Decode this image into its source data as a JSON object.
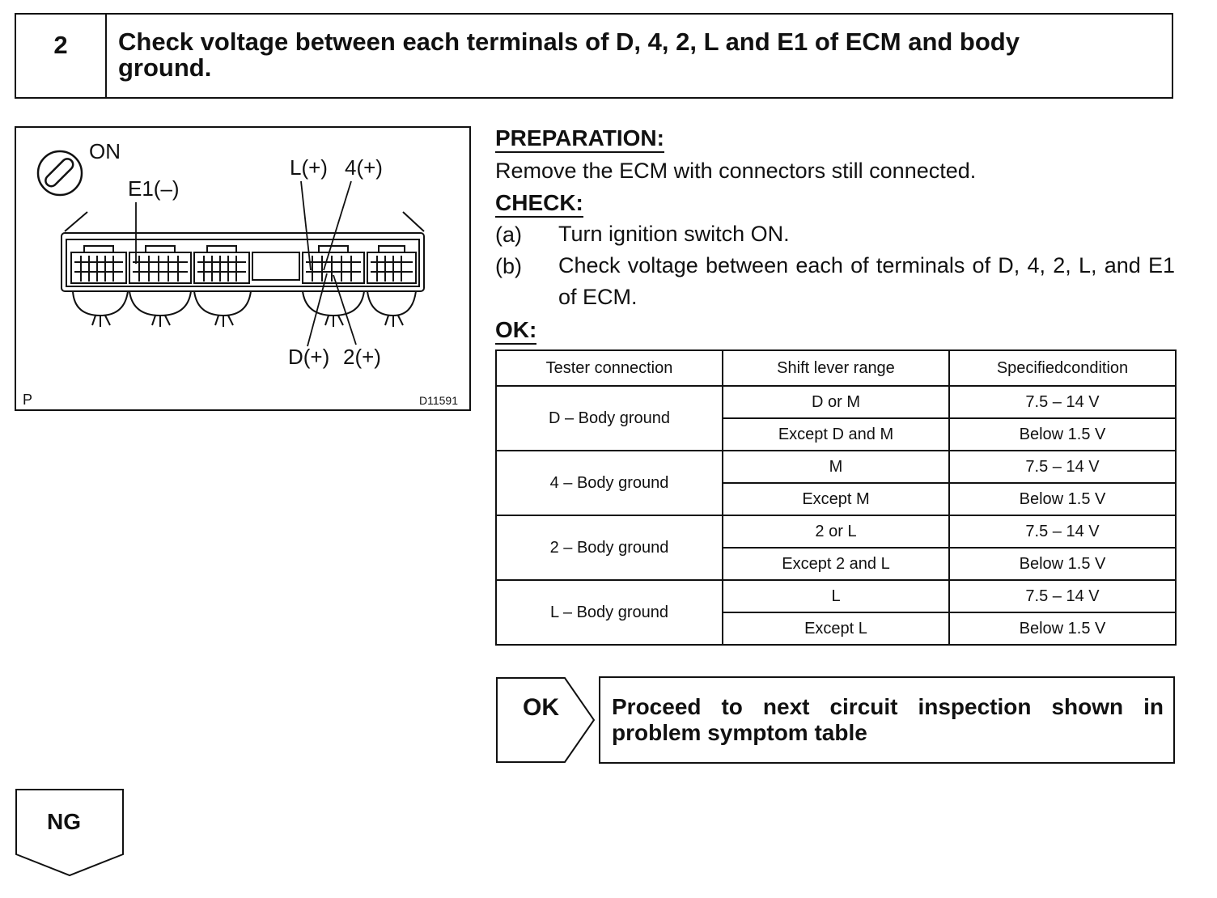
{
  "step": {
    "number": "2",
    "title_line1": "Check voltage between each terminals of D, 4, 2, L and E1 of ECM and body",
    "title_line2": "ground."
  },
  "figure": {
    "switch_label": "ON",
    "labels": {
      "e1": "E1(–)",
      "l": "L(+)",
      "four": "4(+)",
      "d": "D(+)",
      "two": "2(+)"
    },
    "corner_mark": "P",
    "figure_code": "D11591",
    "icons": [
      "ignition-switch-icon",
      "ecm-connector-icon"
    ]
  },
  "preparation": {
    "heading": "PREPARATION:",
    "text": "Remove the ECM with connectors still connected."
  },
  "check": {
    "heading": "CHECK:",
    "items": [
      {
        "letter": "(a)",
        "text": "Turn ignition switch ON."
      },
      {
        "letter": "(b)",
        "text": "Check voltage between each of terminals of D, 4, 2, L, and E1 of ECM."
      }
    ]
  },
  "ok_section": {
    "heading": "OK:"
  },
  "table": {
    "headers": [
      "Tester connection",
      "Shift lever range",
      "Specifiedcondition"
    ],
    "groups": [
      {
        "connection": "D – Body ground",
        "rows": [
          {
            "range": "D or M",
            "condition": "7.5 – 14 V"
          },
          {
            "range": "Except D and M",
            "condition": "Below 1.5 V"
          }
        ]
      },
      {
        "connection": "4 – Body ground",
        "rows": [
          {
            "range": "M",
            "condition": "7.5 – 14 V"
          },
          {
            "range": "Except M",
            "condition": "Below 1.5 V"
          }
        ]
      },
      {
        "connection": "2 – Body ground",
        "rows": [
          {
            "range": "2 or L",
            "condition": "7.5 – 14 V"
          },
          {
            "range": "Except 2 and L",
            "condition": "Below 1.5 V"
          }
        ]
      },
      {
        "connection": "L – Body ground",
        "rows": [
          {
            "range": "L",
            "condition": "7.5 – 14 V"
          },
          {
            "range": "Except L",
            "condition": "Below 1.5 V"
          }
        ]
      }
    ]
  },
  "result_ok": {
    "label": "OK",
    "text": "Proceed to next circuit inspection shown in problem symptom table"
  },
  "result_ng": {
    "label": "NG"
  }
}
